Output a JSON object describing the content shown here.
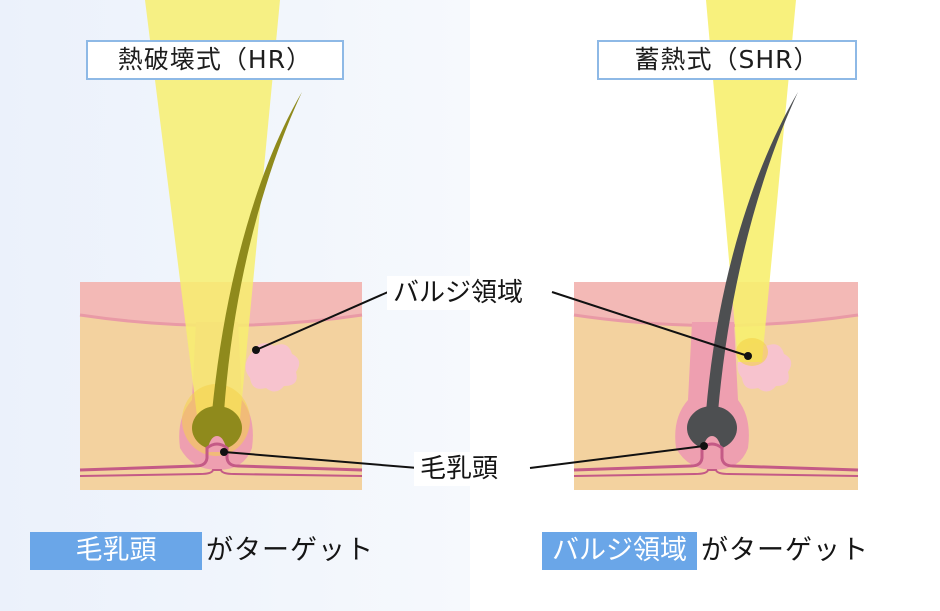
{
  "panels": {
    "left": {
      "title": "熱破壊式（HR）",
      "target_label": "毛乳頭",
      "target_suffix": "がターゲット"
    },
    "right": {
      "title": "蓄熱式（SHR）",
      "target_label": "バルジ領域",
      "target_suffix": "がターゲット"
    }
  },
  "callouts": {
    "bulge": "バルジ領域",
    "papilla": "毛乳頭"
  },
  "colors": {
    "beam": "#f7ef6f",
    "skin": "#f3d29f",
    "epidermis": "#f3b9b6",
    "follicle": "#ee9fb0",
    "bulge": "#f7c3ce",
    "hair_hr": "#8f8a1c",
    "hair_shr": "#4d4f51",
    "vessel": "#c45a86",
    "highlight": "#6aa6e8",
    "title_border": "#8eb9e6"
  }
}
